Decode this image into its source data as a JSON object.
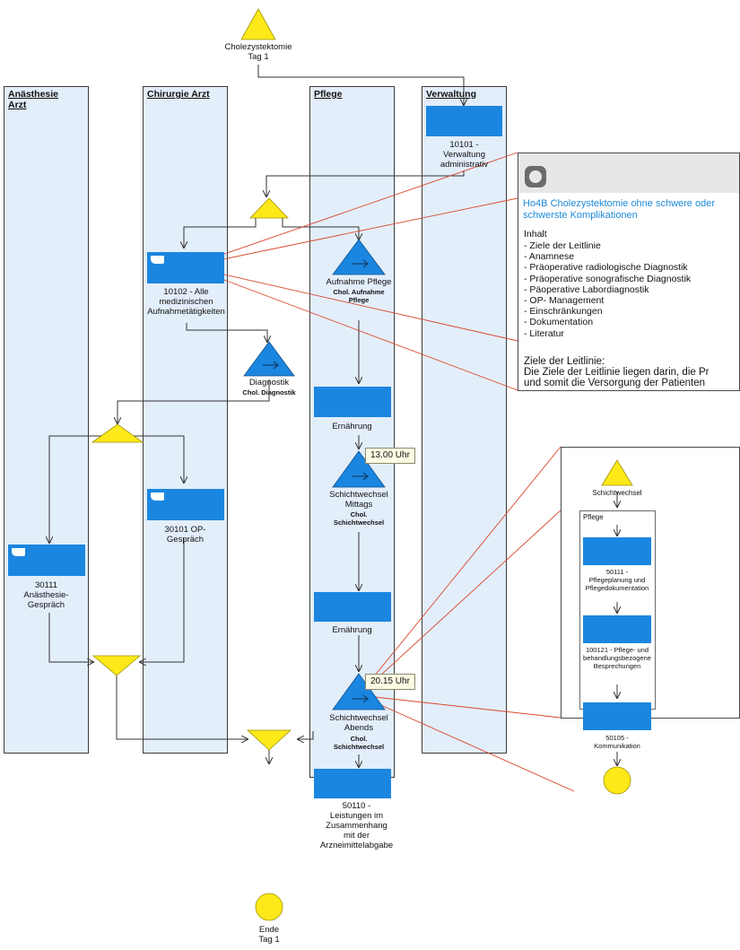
{
  "lanes": {
    "anaesthesie": "Anästhesie\nArzt",
    "chirurgie": "Chirurgie Arzt",
    "pflege": "Pflege",
    "verwaltung": "Verwaltung"
  },
  "start": {
    "label": "Cholezystektomie\nTag 1"
  },
  "end": {
    "label": "Ende\nTag 1"
  },
  "nodes": {
    "verwaltung_admin": "10101 -\nVerwaltung\nadministrativ",
    "aufnahme_med": "10102 - Alle\nmedizinischen\nAufnahmetätigkeiten",
    "aufnahme_pflege": "Aufnahme Pflege",
    "aufnahme_pflege_sub": "Chol. Aufnahme\nPflege",
    "diagnostik": "Diagnostik",
    "diagnostik_sub": "Chol. Diagnostik",
    "ernaehrung1": "Ernährung",
    "schichtwechsel_mittags": "Schichtwechsel\nMittags",
    "schichtwechsel_mittags_sub": "Chol.\nSchichtwechsel",
    "ernaehrung2": "Ernährung",
    "schichtwechsel_abends": "Schichtwechsel\nAbends",
    "schichtwechsel_abends_sub": "Chol.\nSchichtwechsel",
    "leistungen": "50110 -\nLeistungen im\nZusammenhang\nmit der\nArzneimittelabgabe",
    "op_gespraech": "30101 OP-\nGespräch",
    "anaesthesie_gespraech": "30111\nAnästhesie-\nGespräch"
  },
  "timers": {
    "mittags": "13.00 Uhr",
    "abends": "20.15 Uhr"
  },
  "popup_guideline": {
    "title": "Ho4B Cholezystektomie ohne schwere oder schwerste Komplikationen",
    "inhalt_heading": "Inhalt",
    "items": [
      "- Ziele der Leitlinie",
      "- Anamnese",
      "- Präoperative radiologische Diagnostik",
      "- Präoperative sonografische Diagnostik",
      "- Päoperative Labordiagnostik",
      "- OP- Management",
      "- Einschränkungen",
      "- Dokumentation",
      "- Literatur"
    ],
    "ziele_heading": "Ziele der Leitlinie:",
    "ziele_text_1": "Die Ziele der Leitlinie liegen darin, die Pr",
    "ziele_text_2": "und somit die Versorgung der Patienten"
  },
  "popup_sub": {
    "start": "Schichtwechsel",
    "lane": "Pflege",
    "step1": "50111 -\nPflegeplanung und\nPflegedokumentation",
    "step2": "100121 - Pflege- und\nbehandlungsbezogene\nBesprechungen",
    "step3": "50105 -\nKommunikation"
  },
  "colors": {
    "lane_fill": "#e3eefb",
    "activity_blue": "#1b86e0",
    "gateway_yellow": "#fde81a",
    "link_red": "#d9472b",
    "popup_title_blue": "#1e8ad8"
  },
  "icons": [
    "document-icon",
    "arrow-right-icon"
  ]
}
